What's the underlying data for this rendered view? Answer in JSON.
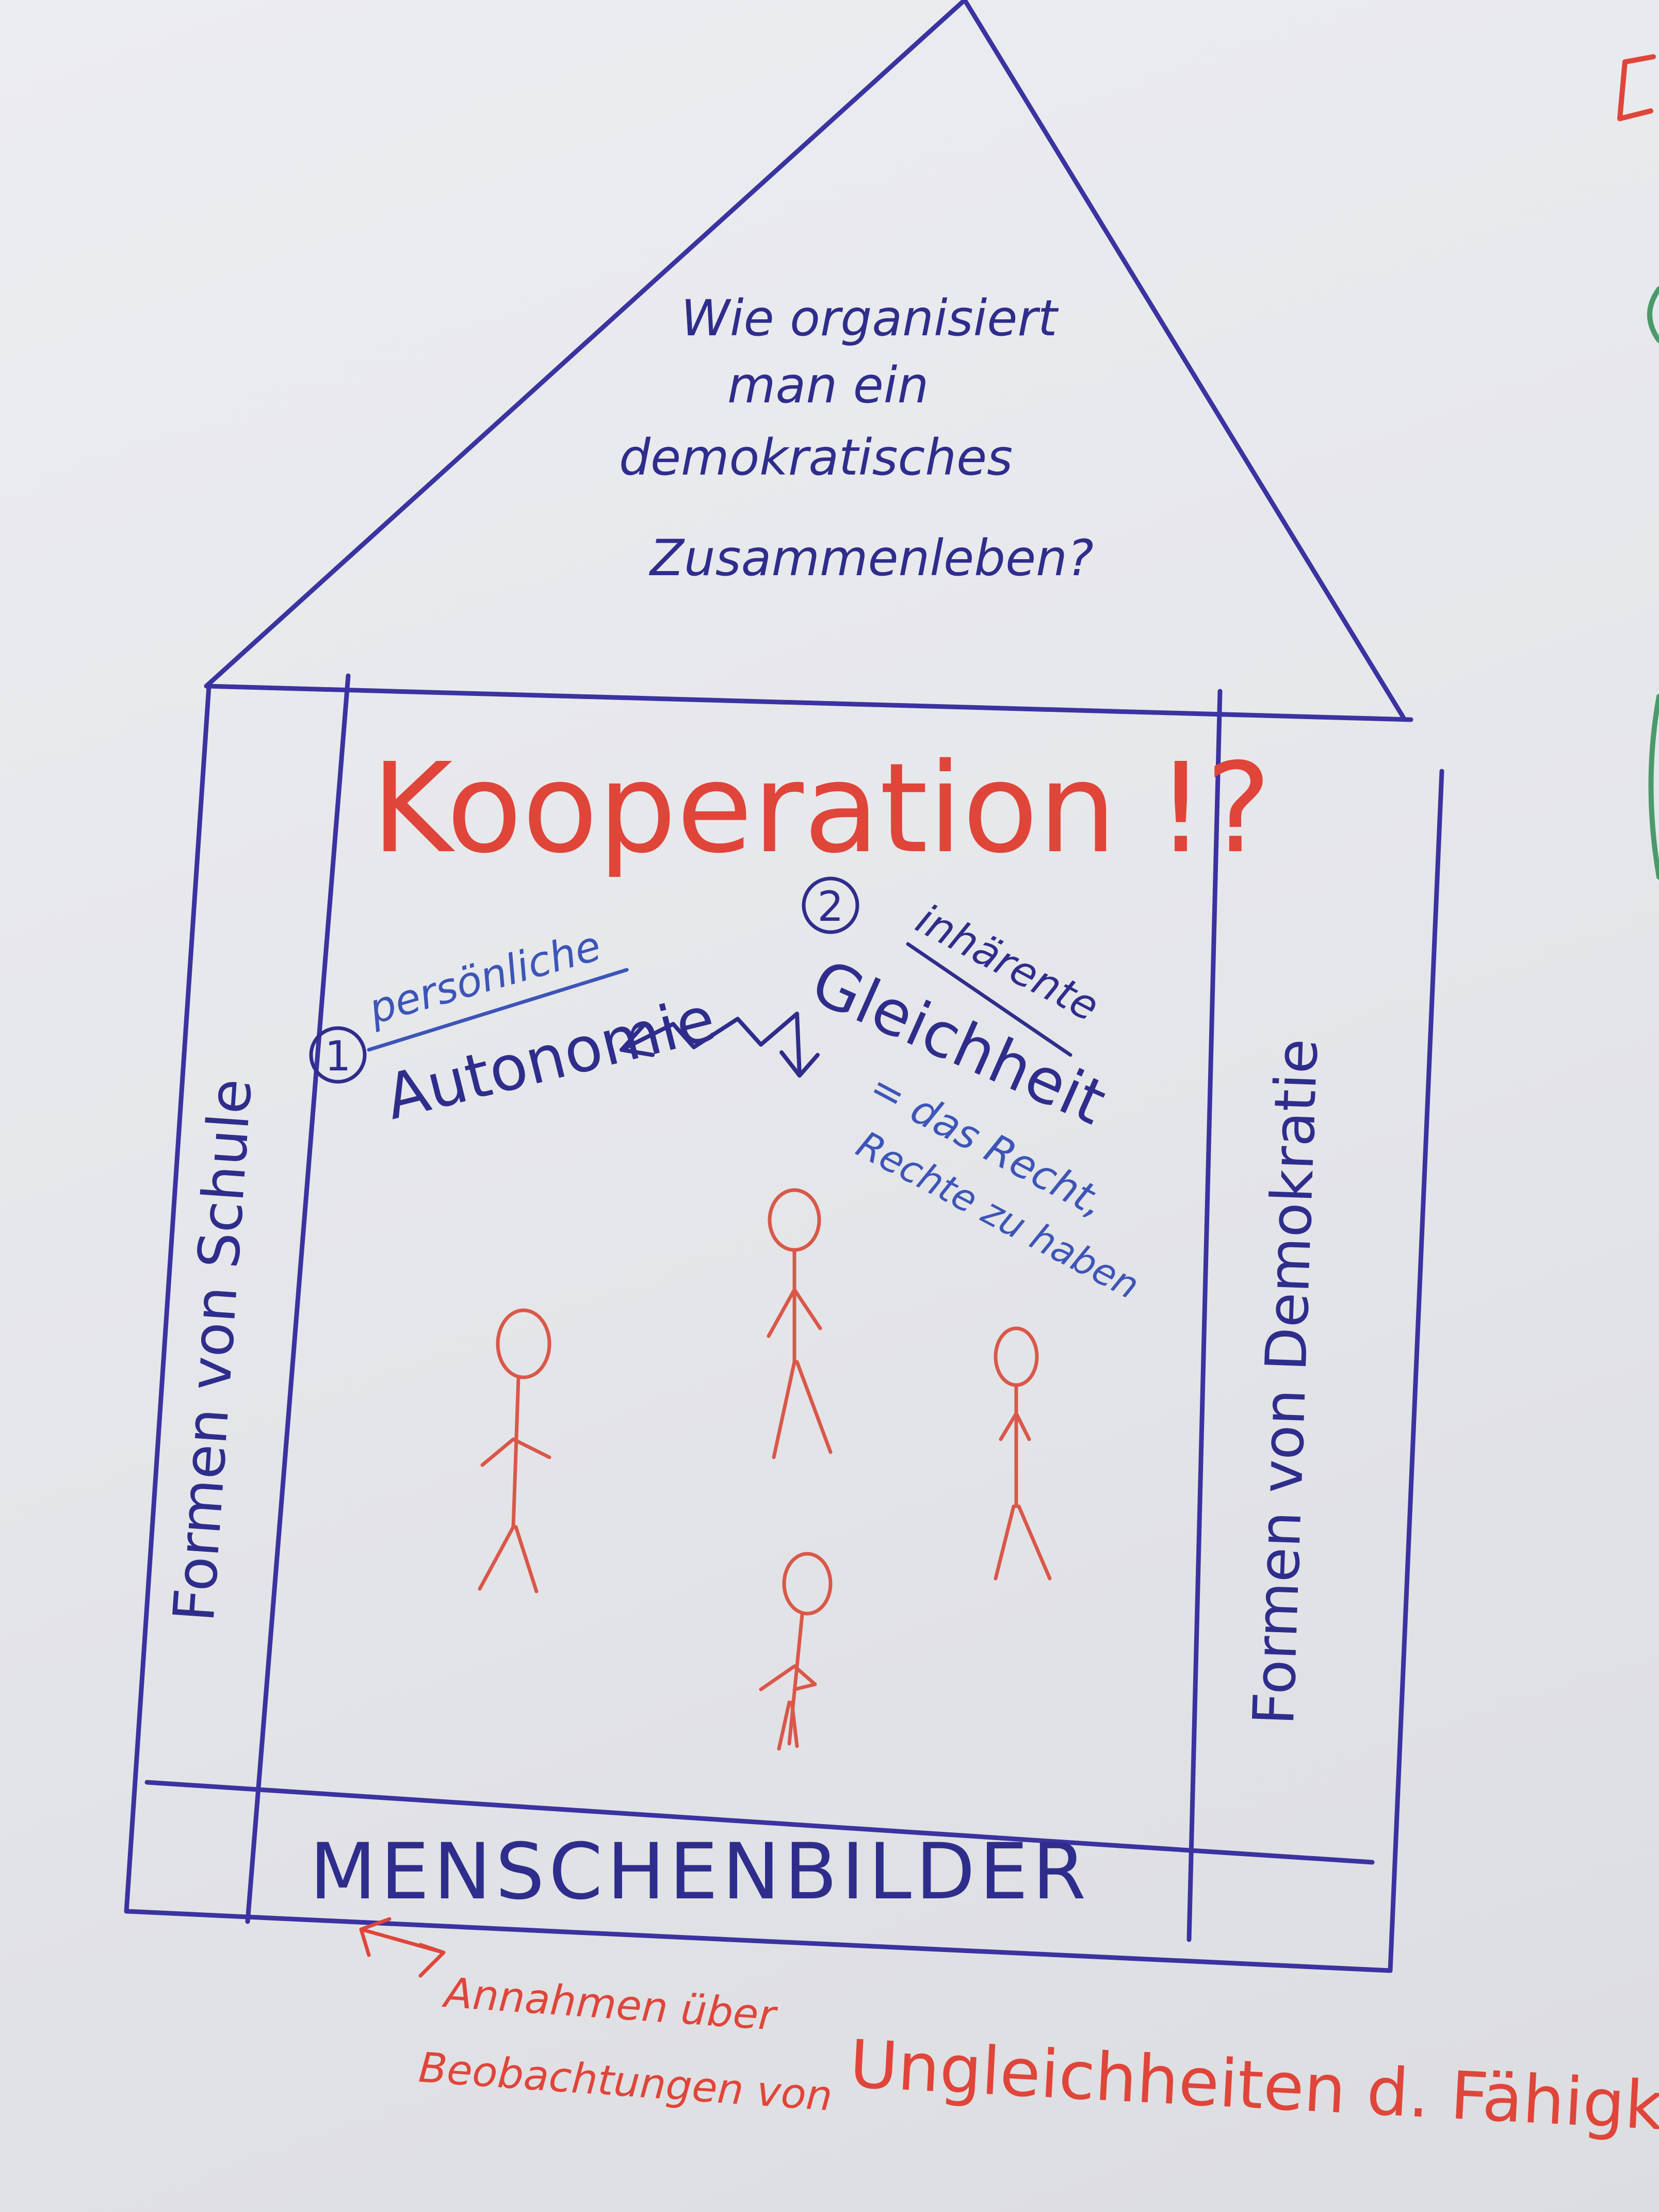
{
  "roof": {
    "line1": "Wie organisiert",
    "line2": "man ein",
    "line3": "demokratisches",
    "line4": "Zusammenleben?"
  },
  "title": "Kooperation !?",
  "pillars": {
    "left": "Formen von Schule",
    "right": "Formen von Demokratie"
  },
  "point1": {
    "number": "1",
    "qualifier": "persönliche",
    "term": "Autonomie"
  },
  "point2": {
    "number": "2",
    "qualifier": "inhärente",
    "term": "Gleichheit",
    "note_line1": "= das Recht,",
    "note_line2": "Rechte zu haben"
  },
  "foundation": "MENSCHENBILDER",
  "footnote": {
    "line1": "Annahmen über",
    "line2": "Beobachtungen von",
    "emphasis": "Ungleichheiten d. Fähigkeiten"
  },
  "colors": {
    "ink_blue": "#2f2d8c",
    "ink_light_blue": "#3d55b8",
    "ink_red": "#e0453a",
    "paper": "#e8e9ec"
  }
}
